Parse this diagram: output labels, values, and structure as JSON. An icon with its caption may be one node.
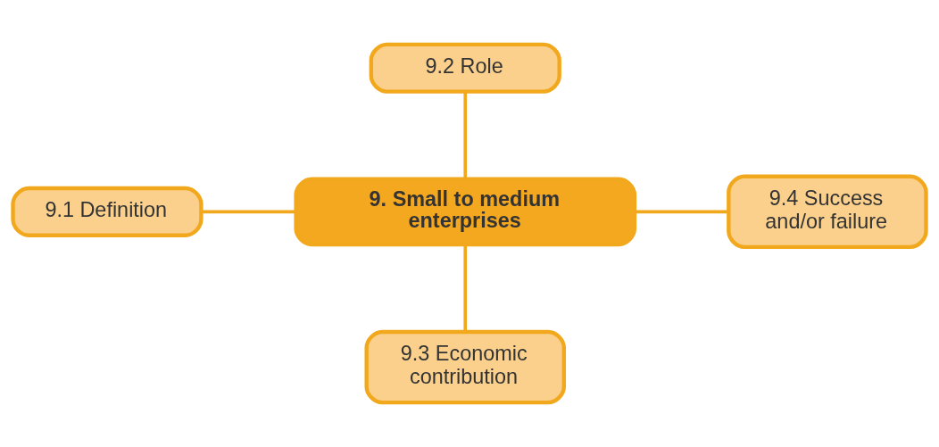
{
  "diagram": {
    "nodes": [
      {
        "text": [
          "9.2 Role"
        ]
      },
      {
        "text": [
          "9.1 Definition"
        ]
      },
      {
        "text": [
          "9. Small to medium enterprises"
        ]
      },
      {
        "text": [
          "9.4 Success and/or failure"
        ]
      },
      {
        "text": [
          "9.3 Economic contribution"
        ]
      }
    ],
    "edges": [
      {
        "from": 0,
        "to": 2,
        "arrow": "none"
      },
      {
        "from": 1,
        "to": 2,
        "arrow": "none"
      },
      {
        "from": 2,
        "to": 3,
        "arrow": "none"
      },
      {
        "from": 2,
        "to": 4,
        "arrow": "none"
      }
    ]
  }
}
